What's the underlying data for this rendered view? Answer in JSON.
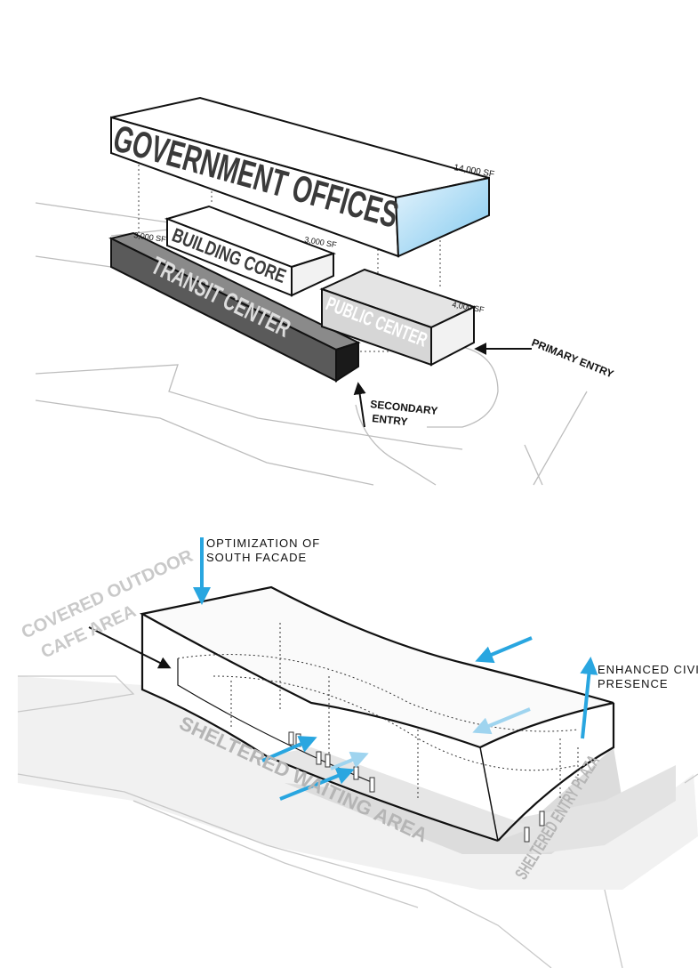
{
  "diagram_top": {
    "blocks": {
      "government_offices": {
        "label": "GOVERNMENT OFFICES",
        "area": "14,000 SF"
      },
      "building_core": {
        "label": "BUILDING CORE",
        "area": "3,000 SF"
      },
      "transit_center": {
        "label": "TRANSIT CENTER",
        "area": "3,000 SF"
      },
      "public_center": {
        "label": "PUBLIC CENTER",
        "area": "4,000 SF"
      }
    },
    "primary_entry": "PRIMARY ENTRY",
    "secondary_entry_line1": "SECONDARY",
    "secondary_entry_line2": "ENTRY"
  },
  "diagram_bottom": {
    "south_facade_line1": "OPTIMIZATION OF",
    "south_facade_line2": "SOUTH FACADE",
    "civic_line1": "ENHANCED CIVIC",
    "civic_line2": "PRESENCE",
    "cafe_line1": "COVERED OUTDOOR",
    "cafe_line2": "CAFE AREA",
    "waiting_area": "SHELTERED WAITING AREA",
    "entry_plaza": "SHELTERED ENTRY PLAZA"
  },
  "colors": {
    "office_blue": "#bfe3f7",
    "arrow_blue": "#29a6e0",
    "transit_dark": "#5a5a5a",
    "public_grey": "#dcdcdc"
  }
}
